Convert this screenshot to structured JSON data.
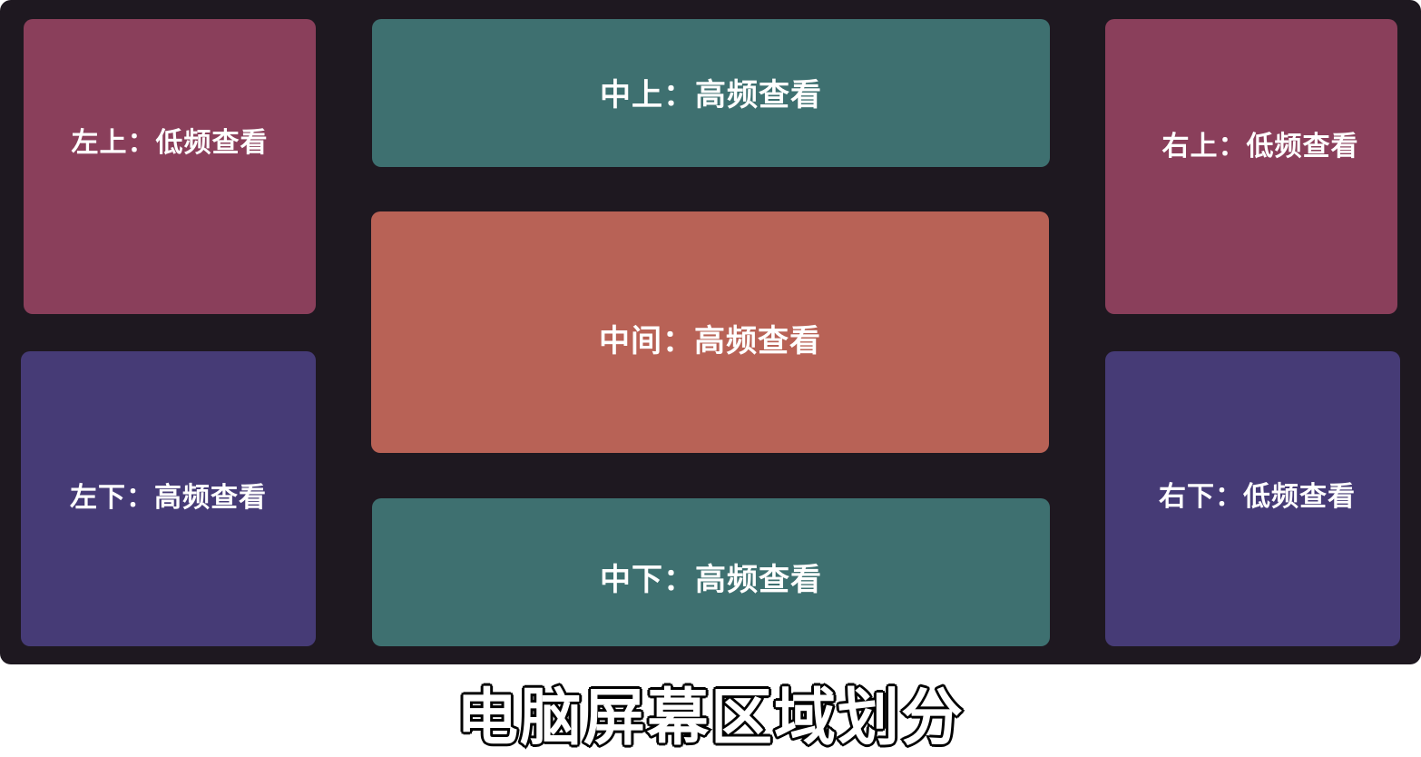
{
  "colors": {
    "screen_bg": "#1e1820",
    "low_top": "#8a3f5b",
    "low_bottom": "#463b76",
    "center_strip": "#3e7070",
    "center_main": "#b86256",
    "caption_fill": "#ffffff",
    "caption_stroke": "#000000"
  },
  "zones": {
    "top_left": "左上：低频查看",
    "bottom_left": "左下：高频查看",
    "top_center": "中上：高频查看",
    "center": "中间：高频查看",
    "bottom_center": "中下：高频查看",
    "top_right": "右上：低频查看",
    "bottom_right": "右下：低频查看"
  },
  "caption": "电脑屏幕区域划分"
}
